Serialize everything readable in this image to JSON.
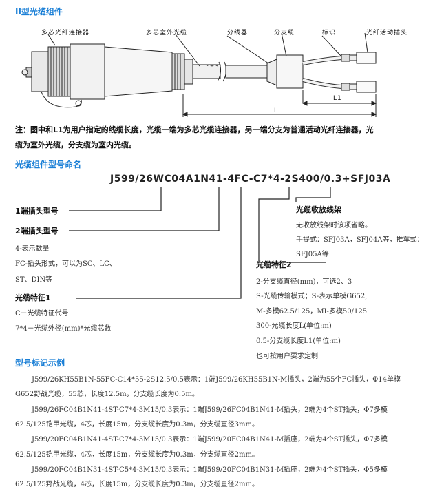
{
  "section1": {
    "title": "II型光缆组件"
  },
  "diagram": {
    "labels": [
      "多芯光纤连接器",
      "多芯室外光缆",
      "分线器",
      "分支缆",
      "标识",
      "光纤活动插头"
    ],
    "dim_L": "L",
    "dim_L1": "L1"
  },
  "note": {
    "line1": "注：图中和L1为用户指定的线缆长度，光缆一端为多芯光缆连接器，另一端分支为普通活动光纤连接器，光",
    "line2": "缆为室外光缆，分支缆为室内光缆。"
  },
  "section2": {
    "title": "光缆组件型号命名"
  },
  "model_code": "J599/26WC04A1N41-4FC-C7*4-2S400/0.3+SFJ03A",
  "parts": {
    "p1": {
      "title": "1端插头型号"
    },
    "p2": {
      "title": "2端插头型号",
      "lines": [
        "4-表示数量",
        "FC-插头形式，可以为SC、LC、",
        "ST、DIN等"
      ]
    },
    "p3": {
      "title": "光缆特征1",
      "lines": [
        "C－光缆特征代号",
        "7*4－光缆外径(mm)*光缆芯数"
      ]
    },
    "p4": {
      "title": "光缆特征2",
      "lines": [
        "2-分支缆直径(mm)，可选2、3",
        "S-光缆传输模式；S-表示单模G652,",
        "M-多模62.5/125，MI-多模50/125",
        "300-光缆长度L(单位:m)",
        "0.5-分支缆长度L1(单位:m)",
        "也可按用户要求定制"
      ]
    },
    "p5": {
      "title": "光缆收放线架",
      "lines": [
        "无收放线架时该项省略。",
        "手提式：SFJ03A，SFJ04A等，推车式：",
        "SFJ05A等"
      ]
    }
  },
  "section3": {
    "title": "型号标记示例"
  },
  "examples": [
    "J599/26KH55B1N-55FC-C14*55-2S12.5/0.5表示：1端J599/26KH55B1N-M插头，2端为55个FC插头，Φ14单模",
    "G652野战光缆，55芯，长度12.5m，分支缆长度为0.5m。",
    "J599/26FC04B1N41-4ST-C7*4-3M15/0.3表示：1端J599/26FC04B1N41-M插头，2端为4个ST插头，Φ7多模",
    "62.5/125铠甲光缆，4芯，长度15m，分支缆长度为0.3m，分支缆直径3mm。",
    "J599/20FC04B1N41-4ST-C7*4-3M15/0.3表示：1端J599/20FC04B1N41-M插座，2端为4个ST插头，Φ7多模",
    "62.5/125铠甲光缆，4芯，长度15m，分支缆长度为0.3m，分支缆直径2mm。",
    "J599/20FC04B1N31-4ST-C5*4-3M15/0.3表示：1端J599/20FC04B1N31-M插座，2端为4个ST插头，Φ5多模",
    "62.5/125野战光缆，4芯，长度15m，分支缆长度为0.3m，分支缆直径2mm。"
  ]
}
